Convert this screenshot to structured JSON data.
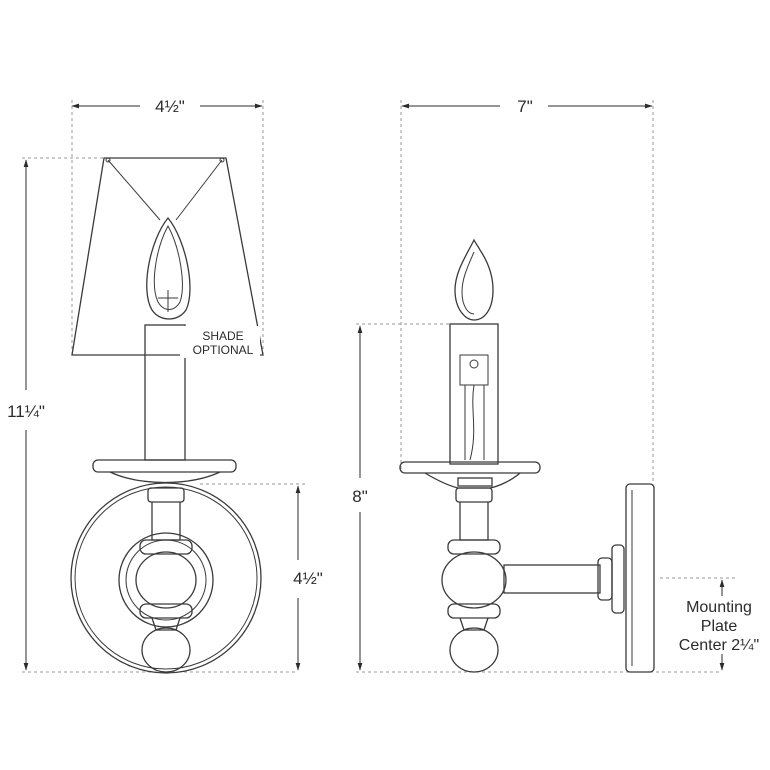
{
  "front_view": {
    "width_label": "4½\"",
    "height_label": "11¼\"",
    "plate_label": "4½\"",
    "shade_note_line1": "SHADE",
    "shade_note_line2": "OPTIONAL"
  },
  "side_view": {
    "depth_label": "7\"",
    "height_label": "8\"",
    "mounting_line1": "Mounting",
    "mounting_line2": "Plate",
    "mounting_line3": "Center 2¼\""
  }
}
